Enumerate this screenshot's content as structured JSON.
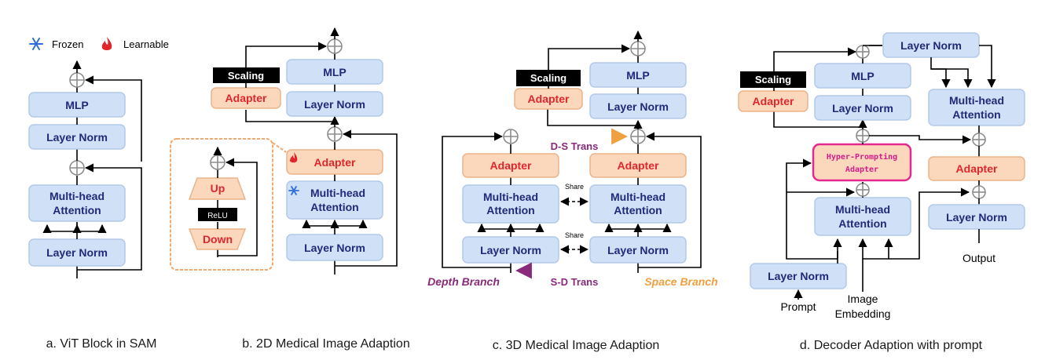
{
  "legend": {
    "frozen": "Frozen",
    "learnable": "Learnable"
  },
  "common": {
    "mlp": "MLP",
    "layer_norm": "Layer Norm",
    "mha_line1": "Multi-head",
    "mha_line2": "Attention",
    "adapter": "Adapter",
    "scaling": "Scaling",
    "up": "Up",
    "down": "Down",
    "relu": "ReLU",
    "share": "Share"
  },
  "panel_c": {
    "ds_trans": "D-S Trans",
    "sd_trans": "S-D Trans",
    "depth_branch": "Depth Branch",
    "space_branch": "Space Branch"
  },
  "panel_d": {
    "hp_line1": "Hyper-Prompting",
    "hp_line2": "Adapter",
    "prompt": "Prompt",
    "image_line1": "Image",
    "image_line2": "Embedding",
    "output": "Output"
  },
  "captions": {
    "a": "a. ViT Block in SAM",
    "b": "b. 2D Medical Image Adaption",
    "c": "c. 3D Medical Image Adaption",
    "d": "d. Decoder Adaption with prompt"
  }
}
